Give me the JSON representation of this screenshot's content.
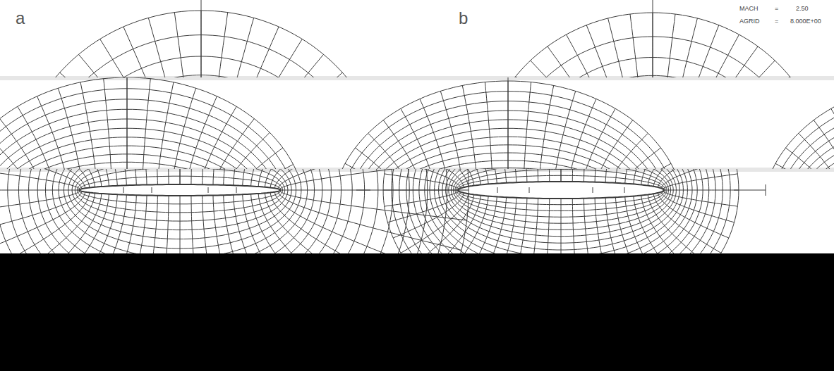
{
  "diagram": {
    "labels": [
      "a",
      "b",
      "MACH",
      "=",
      "2.50",
      "AGRID",
      "=",
      "8.000E+00"
    ]
  }
}
